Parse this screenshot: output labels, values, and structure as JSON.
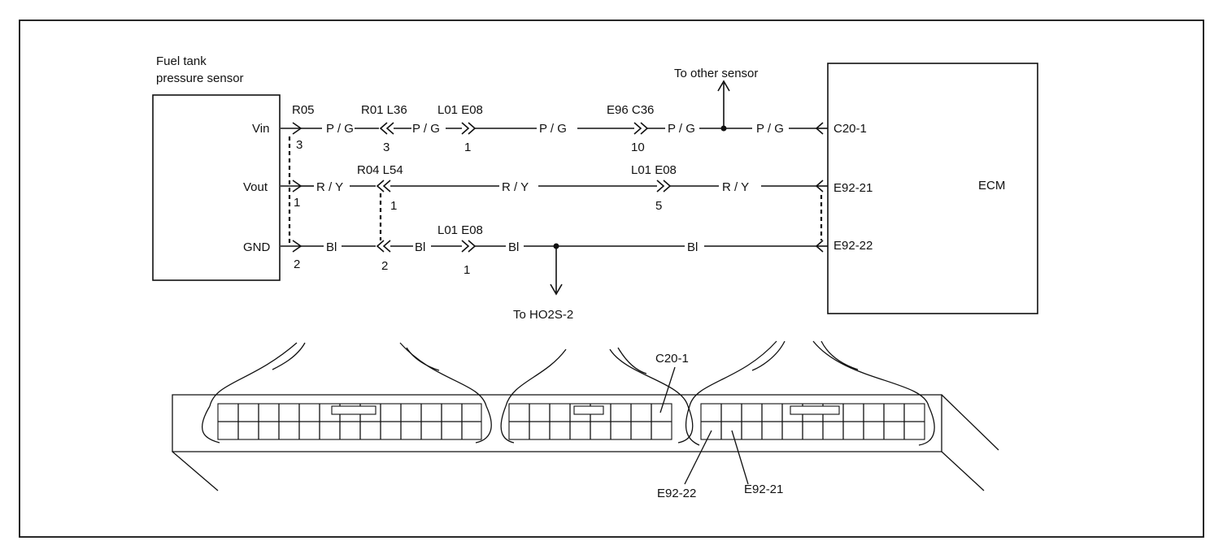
{
  "sensor": {
    "title_line1": "Fuel tank",
    "title_line2": "pressure sensor",
    "pin_vin": "Vin",
    "pin_vout": "Vout",
    "pin_gnd": "GND"
  },
  "ecm": {
    "label": "ECM",
    "term_c20_1": "C20-1",
    "term_e92_21": "E92-21",
    "term_e92_22": "E92-22"
  },
  "wires": {
    "pg": "P / G",
    "ry": "R / Y",
    "bl": "Bl"
  },
  "connectors": {
    "r05": "R05",
    "r01_l36": "R01 L36",
    "l01_e08": "L01 E08",
    "e96_c36": "E96 C36",
    "r04_l54": "R04 L54",
    "l01_e08_b": "L01 E08",
    "l01_e08_c": "L01 E08"
  },
  "pins": {
    "vin_r05": "3",
    "vin_r01": "3",
    "vin_l01": "1",
    "vin_e96": "10",
    "vout_r05": "1",
    "vout_r04": "1",
    "vout_l01": "5",
    "gnd_r05": "2",
    "gnd_r04": "2",
    "gnd_l01": "1"
  },
  "branches": {
    "other_sensor": "To other sensor",
    "ho2s2": "To HO2S-2"
  },
  "callouts": {
    "c20_1": "C20-1",
    "e92_22": "E92-22",
    "e92_21": "E92-21"
  }
}
